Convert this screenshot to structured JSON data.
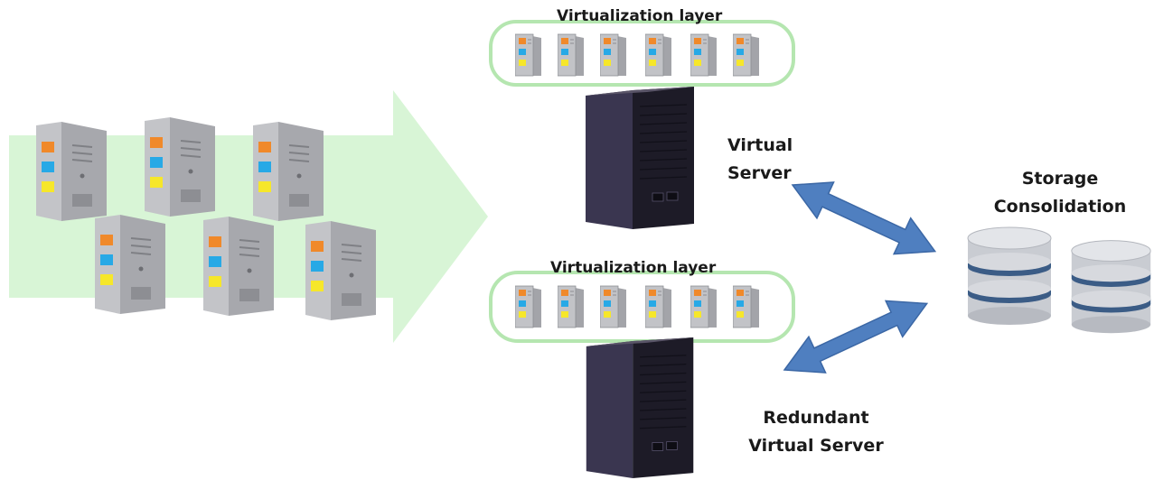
{
  "labels": {
    "virtualization_layer_top": "Virtualization layer",
    "virtualization_layer_bottom": "Virtualization layer",
    "virtual_server_line1": "Virtual",
    "virtual_server_line2": "Server",
    "redundant_line1": "Redundant",
    "redundant_line2": "Virtual Server",
    "storage_line1": "Storage",
    "storage_line2": "Consolidation"
  },
  "colors": {
    "migration_arrow": "#d8f5d6",
    "layer_outline": "#b5e6b0",
    "link_arrow": "#4f7fc0",
    "tower_body": "#bfc0c4",
    "tower_side": "#9e9fa4",
    "led_orange": "#f0892a",
    "led_blue": "#27a9e6",
    "led_yellow": "#f6e72a",
    "host_server": "#2b2838",
    "disk_silver": "#c9ccd2",
    "disk_band": "#3b5c86"
  },
  "icons": {
    "physical_server": "tower-server-icon",
    "virtual_machine": "vm-tower-icon",
    "host_server": "rack-server-icon",
    "storage": "database-disk-icon",
    "link": "double-headed-arrow-icon",
    "migration": "block-arrow-icon"
  }
}
